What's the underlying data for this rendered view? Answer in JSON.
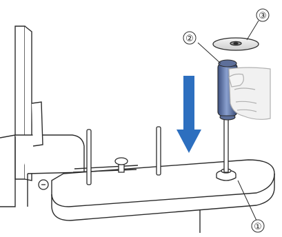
{
  "callouts": {
    "spool_pin": "①",
    "thread_spool": "②",
    "spool_cap": "③"
  },
  "arrow": {
    "direction": "down",
    "color": "#2d6fbf"
  },
  "colors": {
    "line": "#2a2a2a",
    "body_fill": "#ffffff",
    "spool_thread": "#4a5e8e",
    "spool_thread_light": "#7a90bf"
  }
}
